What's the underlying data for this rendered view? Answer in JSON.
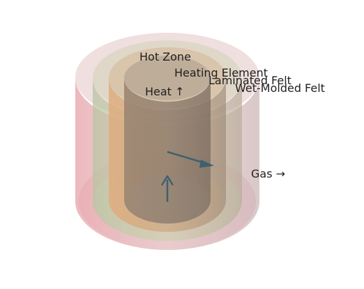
{
  "diagram": {
    "labels": {
      "hot_zone": "Hot Zone",
      "heating_element": "Heating Element",
      "laminated_felt": "Laminated Felt",
      "wet_molded_felt": "Wet-Molded Felt",
      "heat": "Heat ↑",
      "gas": "Gas →"
    },
    "colors": {
      "wet_molded_felt": "#e8a7ad",
      "laminated_felt": "#bfc9a8",
      "heating_element": "#e5b98c",
      "hot_zone": "#9a8a78",
      "arrow": "#3f6070",
      "text": "#1f1f1f"
    }
  }
}
